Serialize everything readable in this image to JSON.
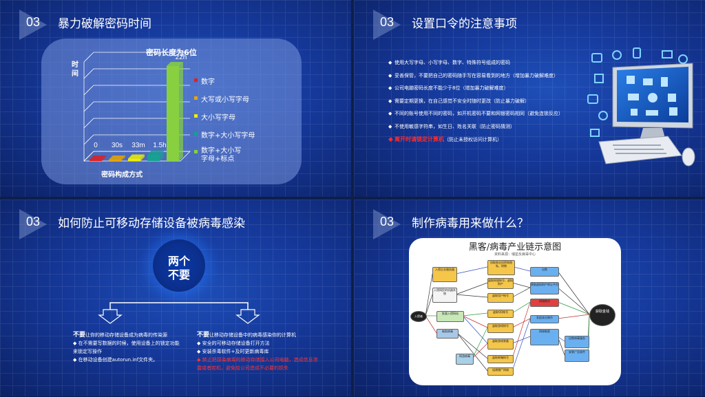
{
  "slides": [
    {
      "number": "03",
      "title": "暴力破解密码时间"
    },
    {
      "number": "03",
      "title": "设置口令的注意事项"
    },
    {
      "number": "03",
      "title": "如何防止可移动存储设备被病毒感染"
    },
    {
      "number": "03",
      "title": "制作病毒用来做什么？"
    }
  ],
  "chart_data": {
    "type": "bar",
    "title": "密码长度为6位",
    "ylabel": "时间",
    "xlabel": "密码构成方式",
    "categories": [
      "数字",
      "大写或小写字母",
      "大小写字母",
      "数字+大小写字母",
      "数字+大小写字母+标点"
    ],
    "value_labels": [
      "0",
      "30s",
      "33m",
      "1.5h",
      "22h"
    ],
    "values_hours": [
      0,
      0.008,
      0.55,
      1.5,
      22
    ],
    "colors": [
      "#e02020",
      "#e8a400",
      "#f0ef00",
      "#18a090",
      "#88d040"
    ]
  },
  "tips": {
    "items": [
      "使用大写字母、小写字母、数字、特殊符号组成的密码",
      "妥善保管，不要把自己的密码随手写在容易看到的地方（增加暴力破解难度）",
      "公司电脑密码长度不能少于8位（增加暴力破解难度）",
      "需要定期更换，在自己感觉不安全时随时更改（防止暴力破解）",
      "不同的账号使用不同的密码，如开机密码不要和网银密码相同（避免连锁反应）",
      "不使用敏感字符串，如生日、姓名关联（防止密码猜测）"
    ],
    "warn": "离开时请锁定计算机",
    "warn_note": "（防止未授权访问计算机）"
  },
  "usb": {
    "circle_line1": "两个",
    "circle_line2": "不要",
    "left_head_big": "不要",
    "left_head_rest": "让你的移动存储设备成为病毒的传染源",
    "left_items": [
      "在不需要写数据的时候，使用设备上的锁定功能来锁定写操作",
      "在移动设备创建autorun.inf文件夹。"
    ],
    "right_head_big": "不要",
    "right_head_rest": "让移动存储设备中的病毒感染你的计算机",
    "right_items": [
      "安全的可移动存储设备打开方法",
      "安装杀毒软件+及时更新病毒库"
    ],
    "right_warn": "禁止把感染病毒的移动存储接入公司电脑，造成信息泄露或者宕机，避免给公司造成不必要的损失"
  },
  "diagram": {
    "title": "黑客/病毒产业链示意图",
    "source": "资料来源：瑞星反病毒中心",
    "nodes": [
      "入侵者",
      "入侵企业服务器",
      "入侵网民的机器系统",
      "批量入侵网站",
      "偷取病毒",
      "网游病毒",
      "窃取商业机密和隐私、财物",
      "盗取网银帐号、虚拟财产",
      "盗取用户帐号",
      "盗取QQ帐号",
      "盗取游戏帐号",
      "盗取游戏装备",
      "盗取邮箱帐号",
      "组建僵尸网络",
      "出售",
      "获取虚拟财产转让平台",
      "网络欺诈",
      "发起攻击制作",
      "网络勒索",
      "获取金钱",
      "出售病毒服务",
      "安装广告软件"
    ]
  }
}
